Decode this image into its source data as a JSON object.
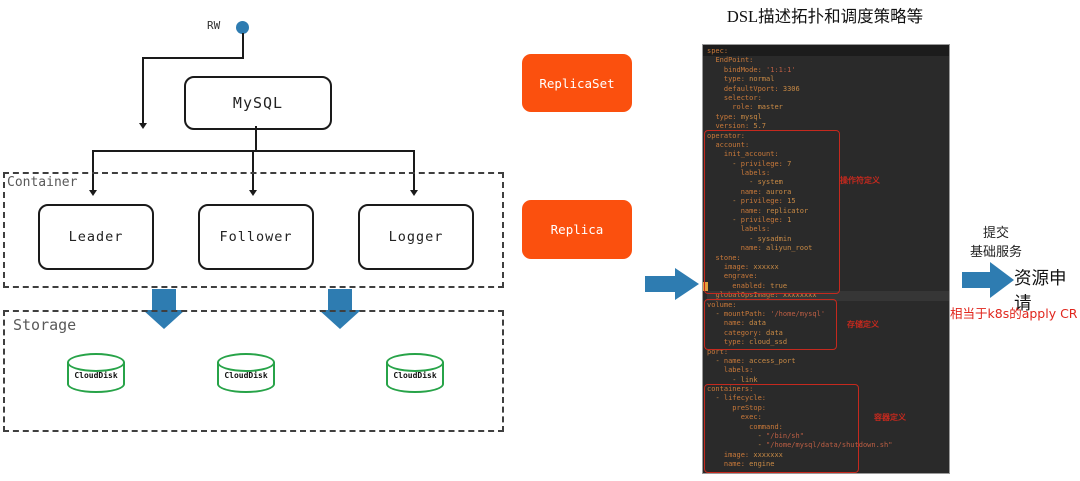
{
  "title": "DSL描述拓扑和调度策略等",
  "diagram": {
    "rw_label": "RW",
    "mysql_label": "MySQL",
    "container_label": "Container",
    "nodes": [
      "Leader",
      "Follower",
      "Logger"
    ],
    "storage_label": "Storage",
    "disks": [
      "CloudDisk",
      "CloudDisk",
      "CloudDisk"
    ]
  },
  "badges": {
    "replicaset": "ReplicaSet",
    "replica": "Replica"
  },
  "code": {
    "lines": [
      "spec:",
      "  EndPoint:",
      "    bindMode: '1:1:1'",
      "    type: normal",
      "    defaultVport: 3306",
      "    selector:",
      "      role: master",
      "  type: mysql",
      "  version: 5.7",
      "operator:",
      "  account:",
      "    init_account:",
      "      - privilege: 7",
      "        labels:",
      "          - system",
      "        name: aurora",
      "      - privilege: 15",
      "        name: replicator",
      "      - privilege: 1",
      "        labels:",
      "          - sysadmin",
      "        name: aliyun_root",
      "  stone:",
      "    image: xxxxxx",
      "    engrave:",
      "      enabled: true",
      "  globalOpsImage: xxxxxxxx",
      "volume:",
      "  - mountPath: '/home/mysql'",
      "    name: data",
      "    category: data",
      "    type: cloud_ssd",
      "port:",
      "  - name: access_port",
      "    labels:",
      "      - link",
      "containers:",
      "  - lifecycle:",
      "      preStop:",
      "        exec:",
      "          command:",
      "            - \"/bin/sh\"",
      "            - \"/home/mysql/data/shutdown.sh\"",
      "    image: xxxxxxx",
      "    name: engine"
    ],
    "annotations": {
      "operator": "操作符定义",
      "volume": "存储定义",
      "containers": "容器定义"
    }
  },
  "right": {
    "submit": "提交",
    "base_service": "基础服务",
    "resource_request": "资源申请",
    "note": "相当于k8s的apply CR"
  },
  "colors": {
    "accent_orange": "#fb500e",
    "arrow_blue": "#2e7cb1",
    "disk_green": "#27a348",
    "line_black": "#1a1a1a",
    "panel_bg": "#2a2a2a",
    "code_key": "#c9793a",
    "code_value": "#c98a45",
    "code_string": "#bd5f44",
    "box_red": "#c5291e",
    "note_red": "#e0251c"
  }
}
